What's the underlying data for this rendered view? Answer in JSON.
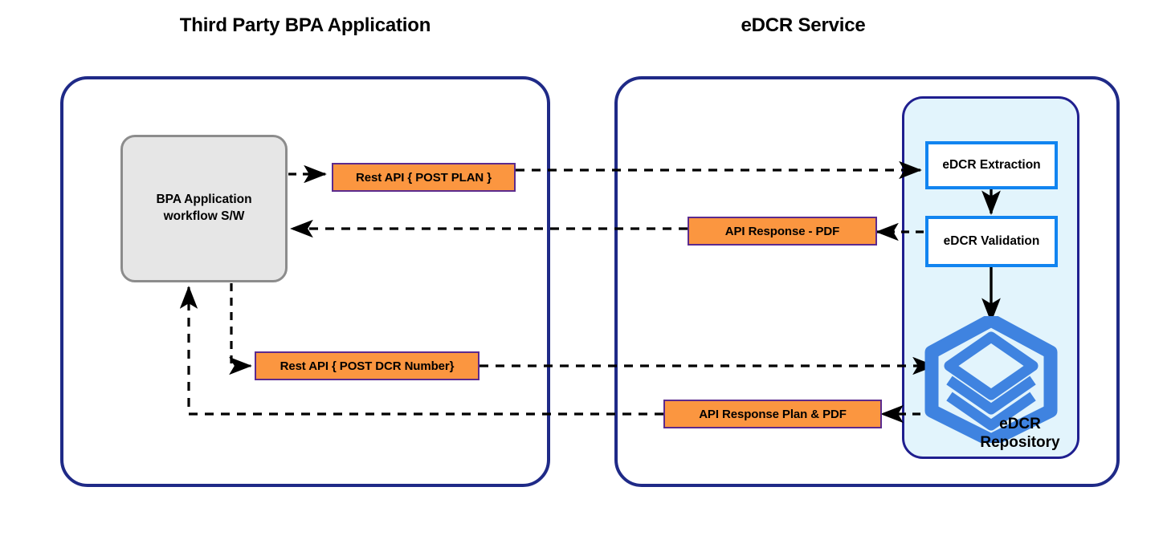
{
  "diagram": {
    "title_left": "Third Party BPA Application",
    "title_right": "eDCR Service",
    "colors": {
      "group_border": "#1f2a87",
      "inner_panel_border": "#1f1f8f",
      "inner_panel_fill": "#e2f4fc",
      "gray_node_fill": "#e6e6e6",
      "gray_node_border": "#8c8c8c",
      "orange_fill": "#fb9640",
      "orange_border": "#5b2b8e",
      "blue_node_border": "#1184f0",
      "repository_icon": "#3f83e0",
      "arrow": "#000000"
    }
  },
  "left_group": {
    "label": "Third Party BPA Application",
    "nodes": {
      "bpa_app": {
        "line1": "BPA Application",
        "line2": "workflow S/W"
      }
    }
  },
  "right_group": {
    "label": "eDCR Service",
    "nodes": {
      "extraction": "eDCR Extraction",
      "validation": "eDCR Validation",
      "repository_line1": "eDCR",
      "repository_line2": "Repository",
      "repository_icon_name": "stacked-layers-hexagon-icon"
    }
  },
  "messages": {
    "post_plan": "Rest API { POST PLAN }",
    "api_response_pdf": "API Response - PDF",
    "post_dcr_number": "Rest API { POST DCR Number}",
    "api_response_plan_pdf": "API Response Plan & PDF"
  },
  "flows": [
    {
      "name": "bpa-to-post-plan",
      "style": "dashed",
      "direction": "right"
    },
    {
      "name": "post-plan-to-extraction",
      "style": "dashed",
      "direction": "right"
    },
    {
      "name": "validation-to-api-response-pdf",
      "style": "dashed",
      "direction": "left"
    },
    {
      "name": "api-response-pdf-to-bpa",
      "style": "dashed",
      "direction": "left"
    },
    {
      "name": "extraction-to-validation",
      "style": "solid",
      "direction": "down"
    },
    {
      "name": "validation-to-repository",
      "style": "solid",
      "direction": "down"
    },
    {
      "name": "bpa-to-post-dcr-number",
      "style": "dashed",
      "direction": "right"
    },
    {
      "name": "post-dcr-number-to-repository",
      "style": "dashed",
      "direction": "right"
    },
    {
      "name": "repository-to-api-response-plan-pdf",
      "style": "dashed",
      "direction": "left"
    },
    {
      "name": "api-response-plan-pdf-to-bpa",
      "style": "dashed",
      "direction": "up"
    }
  ]
}
